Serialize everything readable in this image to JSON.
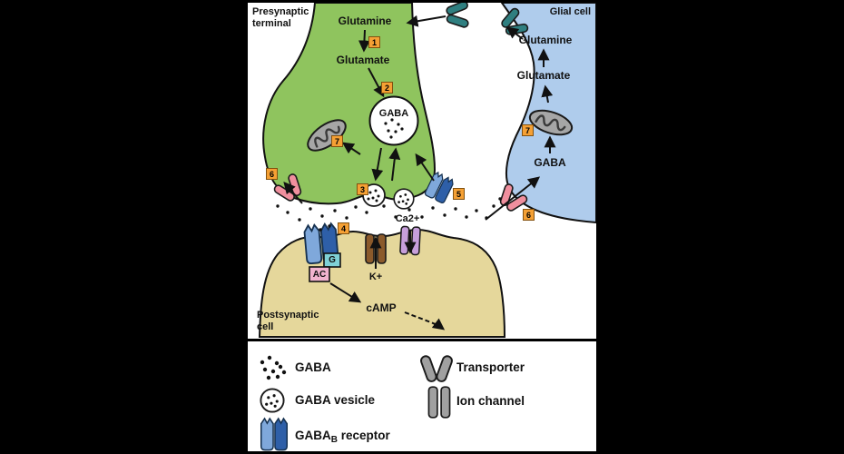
{
  "regions": {
    "presynaptic_line1": "Presynaptic",
    "presynaptic_line2": "terminal",
    "glial": "Glial cell",
    "postsynaptic_line1": "Postsynaptic",
    "postsynaptic_line2": "cell"
  },
  "molecules": {
    "glutamine": "Glutamine",
    "glutamate": "Glutamate",
    "gaba": "GABA",
    "calcium": "Ca2+",
    "potassium": "K+",
    "camp": "cAMP",
    "g_protein": "G",
    "adenylyl_cyclase": "AC"
  },
  "steps": {
    "s1": "1",
    "s2": "2",
    "s3": "3",
    "s4": "4",
    "s5": "5",
    "s6": "6",
    "s7": "7"
  },
  "legend": {
    "gaba": "GABA",
    "gaba_vesicle": "GABA vesicle",
    "gabab_receptor_pre": "GABA",
    "gabab_receptor_sub": "B",
    "gabab_receptor_post": " receptor",
    "transporter": "Transporter",
    "ion_channel": "Ion channel"
  },
  "colors": {
    "presynaptic_terminal": "#8FC45E",
    "glial_cell": "#AFCCEC",
    "postsynaptic_cell": "#E5D79B",
    "step_badge": "#F5A034",
    "step_badge_border": "#82510F",
    "gabab_receptor_light": "#7FA8DB",
    "gabab_receptor_dark": "#2E5FA8",
    "transporter_pink": "#F08F9E",
    "transporter_teal": "#2F7F80",
    "ion_channel_brown": "#8B5A2B",
    "ion_channel_purple": "#C79FDB",
    "g_protein_box": "#7FD1D6",
    "adenylyl_cyclase_box": "#F2B3CF",
    "mitochondrion": "#A6A6A6",
    "legend_gray": "#A0A0A0"
  }
}
